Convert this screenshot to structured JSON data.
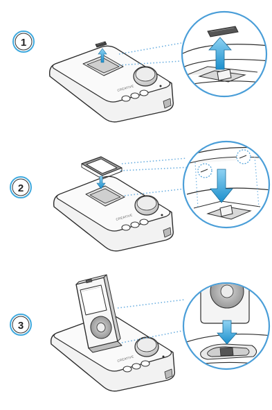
{
  "steps": [
    {
      "number": "1"
    },
    {
      "number": "2"
    },
    {
      "number": "3"
    }
  ],
  "brand": "CREATIVE",
  "colors": {
    "outline": "#2b2b2b",
    "body_fill": "#f2f2f2",
    "arrow_fill": "#2aa7dd",
    "zoom_border": "#4a9ed8",
    "dotted_line": "#6aaee0",
    "badge_ring": "#3fa9de"
  },
  "icons": [
    "step-badge",
    "dock-speaker",
    "connector-insert",
    "dock-adapter",
    "media-player",
    "up-arrow",
    "down-arrow",
    "magnified-view"
  ]
}
